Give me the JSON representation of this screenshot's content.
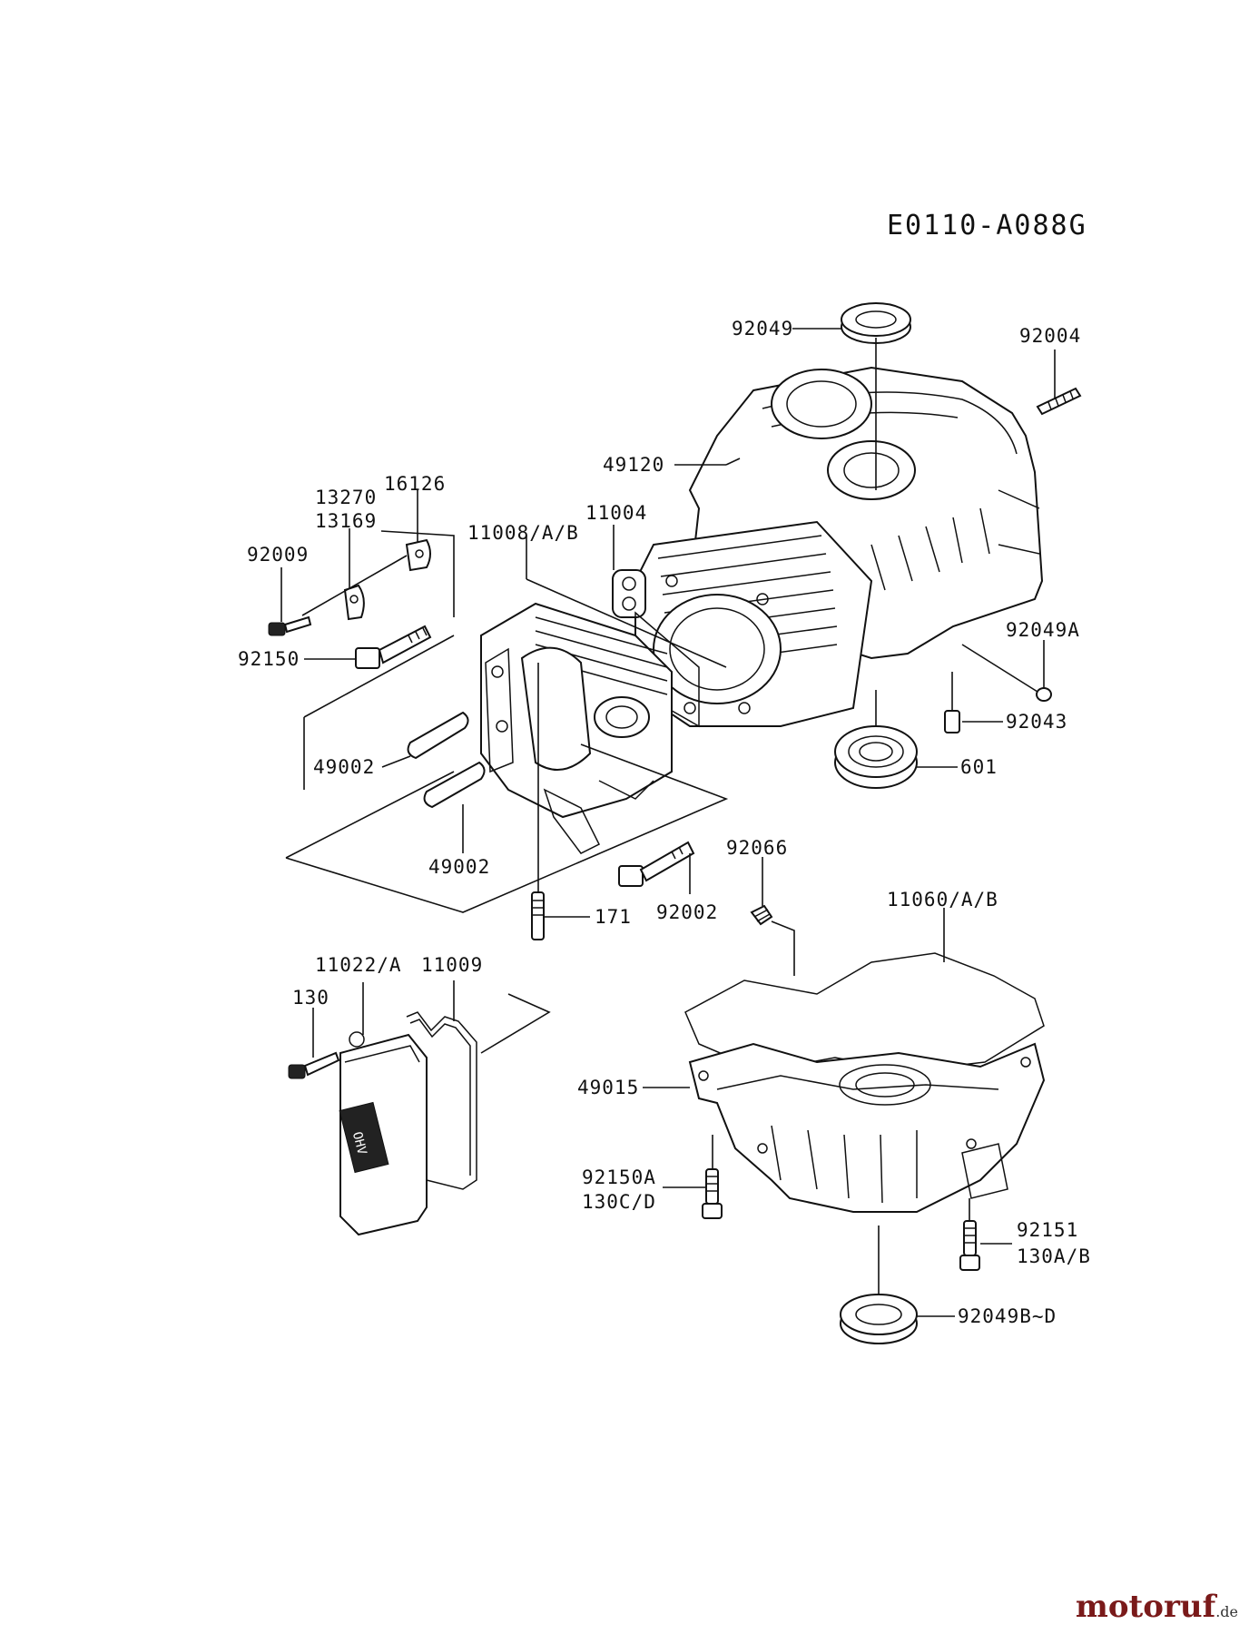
{
  "diagram": {
    "code": "E0110-A088G",
    "labels": {
      "l92049": "92049",
      "l92004": "92004",
      "l49120": "49120",
      "l16126": "16126",
      "l13270": "13270",
      "l13169": "13169",
      "l11008": "11008/A/B",
      "l11004": "11004",
      "l92009": "92009",
      "l92150": "92150",
      "l92049A": "92049A",
      "l92043": "92043",
      "l601": "601",
      "l49002a": "49002",
      "l49002b": "49002",
      "l92066": "92066",
      "l11060": "11060/A/B",
      "l171": "171",
      "l92002": "92002",
      "l11022": "11022/A",
      "l11009": "11009",
      "l130": "130",
      "l49015": "49015",
      "l92150A": "92150A",
      "l130CD": "130C/D",
      "l92151": "92151",
      "l130AB": "130A/B",
      "l92049BD": "92049B~D"
    },
    "cover_logo": "OHV"
  },
  "watermark": {
    "brand": "motoruf",
    "tld": ".de"
  }
}
